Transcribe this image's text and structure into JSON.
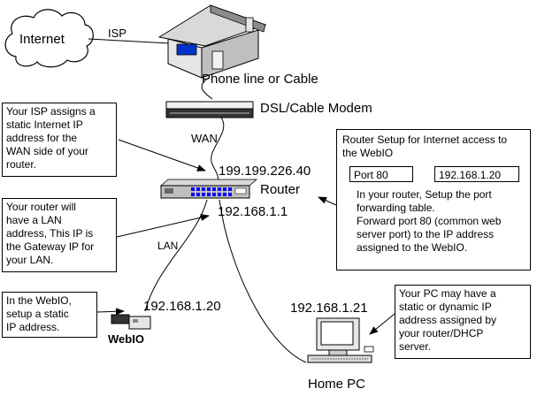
{
  "labels": {
    "internet": "Internet",
    "isp": "ISP",
    "phone_line": "Phone line or Cable",
    "modem": "DSL/Cable Modem",
    "wan": "WAN",
    "wan_ip": "199.199.226.40",
    "router": "Router",
    "router_lan_ip": "192.168.1.1",
    "lan": "LAN",
    "webio_ip": "192.168.1.20",
    "webio": "WebIO",
    "pc_ip": "192.168.1.21",
    "home_pc": "Home PC"
  },
  "notes": {
    "isp_note": "Your ISP assigns a\nstatic Internet IP\naddress for the\nWAN side of your\nrouter.",
    "router_note": "Your router will\nhave a LAN\naddress, This IP is\nthe Gateway IP for\nyour  LAN.",
    "webio_note": "In the WebIO,\nsetup a static\nIP address.",
    "pc_note": "Your PC may have  a\nstatic or dynamic IP\naddress assigned by\nyour router/DHCP\nserver."
  },
  "setup": {
    "title": "Router Setup for Internet access to\nthe WebIO",
    "port": "Port 80",
    "target": "192.168.1.20",
    "desc": "In your router,  Setup the port\nforwarding table.\nForward port 80 (common web\nserver port)  to the IP address\nassigned to the WebIO."
  },
  "colors": {
    "house_window": "#0033cc",
    "router_ports": "#0000ff"
  }
}
